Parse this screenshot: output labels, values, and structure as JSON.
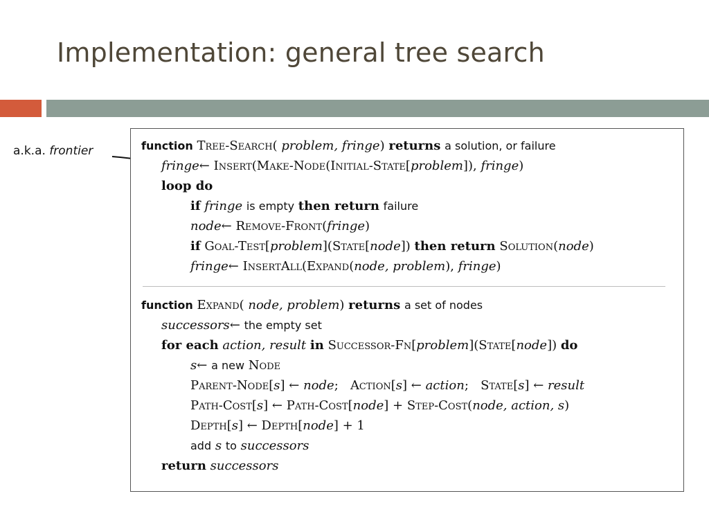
{
  "slide": {
    "title": "Implementation: general tree search",
    "annotation_prefix": "a.k.a. ",
    "annotation_term": "frontier"
  },
  "colors": {
    "accent_bar": "#d35b3b",
    "main_bar": "#8c9d95",
    "title": "#4f4738"
  },
  "pseudocode": {
    "tree_search": {
      "l1": {
        "kw_function": "function",
        "name": "Tree-Search",
        "open": "(",
        "params": " problem, fringe",
        "close": ")",
        "kw_returns": "returns",
        "rest": "a solution, or failure"
      },
      "l2": {
        "fringe": "fringe",
        "arrow": "←",
        "insert": "Insert",
        "p1": "(",
        "make_node": "Make-Node",
        "p2": "(",
        "initial_state": "Initial-State",
        "b1": "[",
        "problem": "problem",
        "b2": "]),",
        "fringe2": "fringe",
        "p3": ")"
      },
      "l3": {
        "kw": "loop do"
      },
      "l4": {
        "kw_if": "if",
        "fringe": "fringe",
        "mid": "is empty",
        "kw_then": "then return",
        "rest": "failure"
      },
      "l5": {
        "node": "node",
        "arrow": "←",
        "fn": "Remove-Front",
        "p1": "(",
        "fringe": "fringe",
        "p2": ")"
      },
      "l6": {
        "kw_if": "if",
        "fn": "Goal-Test",
        "b1": "[",
        "problem": "problem",
        "b2": "](",
        "state": "State",
        "b3": "[",
        "node": "node",
        "b4": "])",
        "kw_then": "then return",
        "solution": "Solution",
        "p1": "(",
        "node2": "node",
        "p2": ")"
      },
      "l7": {
        "fringe": "fringe",
        "arrow": "←",
        "fn": "InsertAll",
        "p1": "(",
        "expand": "Expand",
        "p2": "(",
        "args": "node, problem",
        "p3": "),",
        "fringe2": "fringe",
        "p4": ")"
      }
    },
    "expand": {
      "l1": {
        "kw_function": "function",
        "name": "Expand",
        "open": "(",
        "params": " node, problem",
        "close": ")",
        "kw_returns": "returns",
        "rest": "a set of nodes"
      },
      "l2": {
        "succ": "successors",
        "arrow": "←",
        "rest": "the empty set"
      },
      "l3": {
        "kw_for": "for each",
        "vars": "action, result",
        "kw_in": "in",
        "fn": "Successor-Fn",
        "b1": "[",
        "problem": "problem",
        "b2": "](",
        "state": "State",
        "b3": "[",
        "node": "node",
        "b4": "])",
        "kw_do": "do"
      },
      "l4": {
        "s": "s",
        "arrow": "←",
        "mid": "a new",
        "node": "Node"
      },
      "l5": {
        "pn": "Parent-Node",
        "b1": "[",
        "s1": "s",
        "b2": "] ← ",
        "node": "node",
        "semi1": ";",
        "action": "Action",
        "b3": "[",
        "s2": "s",
        "b4": "] ← ",
        "action_v": "action",
        "semi2": ";",
        "state": "State",
        "b5": "[",
        "s3": "s",
        "b6": "] ← ",
        "result": "result"
      },
      "l6": {
        "pc": "Path-Cost",
        "b1": "[",
        "s1": "s",
        "b2": "] ← ",
        "pc2": "Path-Cost",
        "b3": "[",
        "node": "node",
        "b4": "] + ",
        "sc": "Step-Cost",
        "p1": "(",
        "args": "node, action, s",
        "p2": ")"
      },
      "l7": {
        "depth": "Depth",
        "b1": "[",
        "s": "s",
        "b2": "] ← ",
        "depth2": "Depth",
        "b3": "[",
        "node": "node",
        "b4": "] + 1"
      },
      "l8": {
        "add": "add",
        "s": "s",
        "to": "to",
        "succ": "successors"
      },
      "l9": {
        "kw": "return",
        "succ": "successors"
      }
    }
  }
}
